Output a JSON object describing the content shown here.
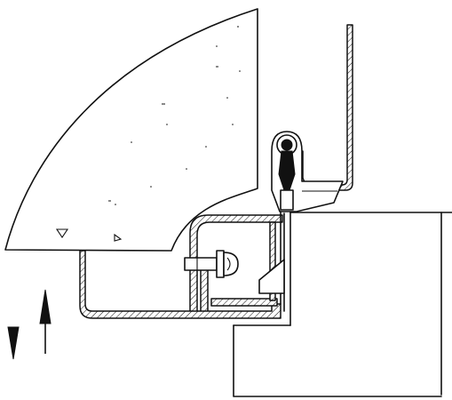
{
  "figure": {
    "type": "cross-section-drawing",
    "subject": "cabinet-door-and-frame-seal",
    "labels": [],
    "colors": {
      "line": "#111111",
      "background": "#ffffff"
    },
    "symbols": {
      "movement_indicator": "up-and-down-arrows-icon",
      "material_hatch": "diagonal-hatch-pattern",
      "concrete_fill": "stipple-with-triangle-aggregate"
    }
  }
}
